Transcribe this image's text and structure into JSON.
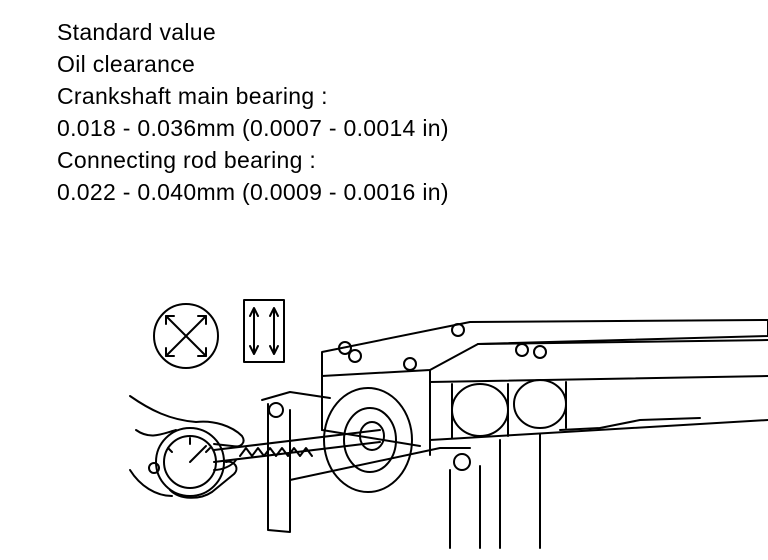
{
  "spec": {
    "heading": "Standard value",
    "subheading": "Oil clearance",
    "main_bearing_label": "Crankshaft main bearing :",
    "main_bearing_value": "0.018 - 0.036mm (0.0007 - 0.0014 in)",
    "rod_bearing_label": "Connecting rod bearing :",
    "rod_bearing_value": "0.022 - 0.040mm (0.0009 - 0.0016 in)"
  },
  "illustration": {
    "icons": [
      "diagonal-measure-icon",
      "vertical-measure-icon"
    ],
    "subject": "cylinder-bore-gauge-measurement"
  }
}
